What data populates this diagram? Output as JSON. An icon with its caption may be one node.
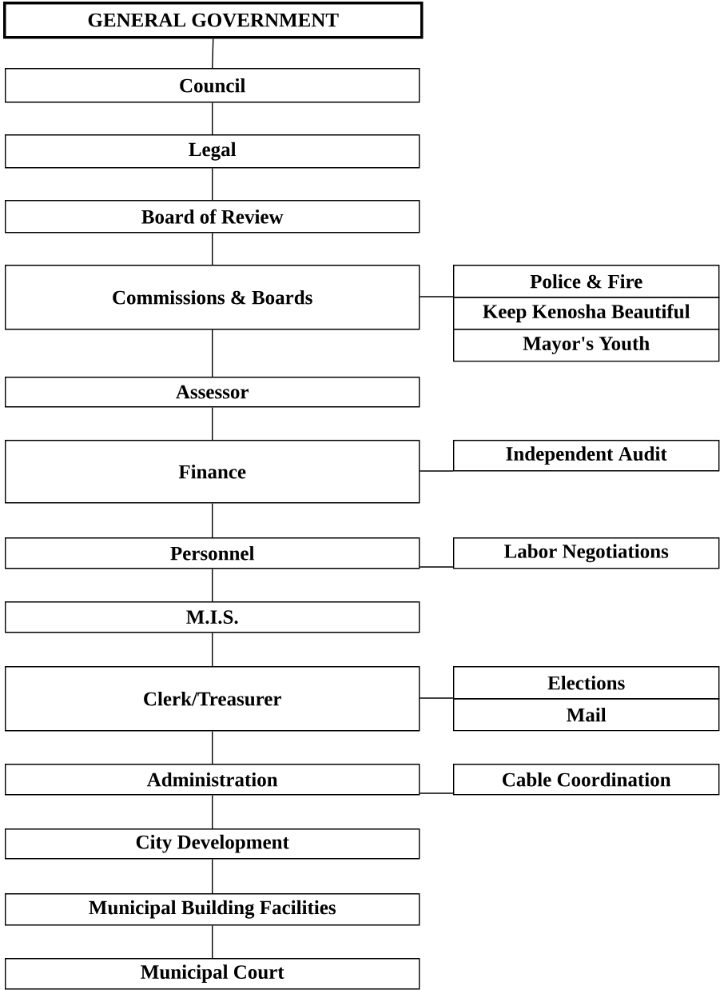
{
  "diagram": {
    "nodes": [
      {
        "text": [
          "GENERAL GOVERNMENT"
        ]
      },
      {
        "text": [
          "Council"
        ]
      },
      {
        "text": [
          "Legal"
        ]
      },
      {
        "text": [
          "Board of Review"
        ]
      },
      {
        "text": [
          "Commissions & Boards"
        ]
      },
      {
        "text": [
          "Police & Fire"
        ]
      },
      {
        "text": [
          "Keep Kenosha Beautiful"
        ]
      },
      {
        "text": [
          "Mayor's Youth"
        ]
      },
      {
        "text": [
          "Assessor"
        ]
      },
      {
        "text": [
          "Finance"
        ]
      },
      {
        "text": [
          "Independent Audit"
        ]
      },
      {
        "text": [
          "Personnel"
        ]
      },
      {
        "text": [
          "Labor Negotiations"
        ]
      },
      {
        "text": [
          "M.I.S."
        ]
      },
      {
        "text": [
          "Clerk/Treasurer"
        ]
      },
      {
        "text": [
          "Elections"
        ]
      },
      {
        "text": [
          "Mail"
        ]
      },
      {
        "text": [
          "Administration"
        ]
      },
      {
        "text": [
          "Cable Coordination"
        ]
      },
      {
        "text": [
          "City Development"
        ]
      },
      {
        "text": [
          "Municipal Building Facilities"
        ]
      },
      {
        "text": [
          "Municipal Court"
        ]
      }
    ],
    "edges": [
      {
        "from": 0,
        "to": 1,
        "arrow": "none"
      },
      {
        "from": 1,
        "to": 2,
        "arrow": "none"
      },
      {
        "from": 2,
        "to": 3,
        "arrow": "none"
      },
      {
        "from": 3,
        "to": 4,
        "arrow": "none"
      },
      {
        "from": 4,
        "to": 8,
        "arrow": "none"
      },
      {
        "from": 8,
        "to": 9,
        "arrow": "none"
      },
      {
        "from": 9,
        "to": 11,
        "arrow": "none"
      },
      {
        "from": 11,
        "to": 13,
        "arrow": "none"
      },
      {
        "from": 13,
        "to": 14,
        "arrow": "none"
      },
      {
        "from": 14,
        "to": 17,
        "arrow": "none"
      },
      {
        "from": 17,
        "to": 19,
        "arrow": "none"
      },
      {
        "from": 19,
        "to": 20,
        "arrow": "none"
      },
      {
        "from": 20,
        "to": 21,
        "arrow": "none"
      },
      {
        "from": 4,
        "to": 5,
        "arrow": "none"
      },
      {
        "from": 9,
        "to": 10,
        "arrow": "none"
      },
      {
        "from": 11,
        "to": 12,
        "arrow": "none"
      },
      {
        "from": 14,
        "to": 15,
        "arrow": "none"
      },
      {
        "from": 17,
        "to": 18,
        "arrow": "none"
      }
    ]
  }
}
